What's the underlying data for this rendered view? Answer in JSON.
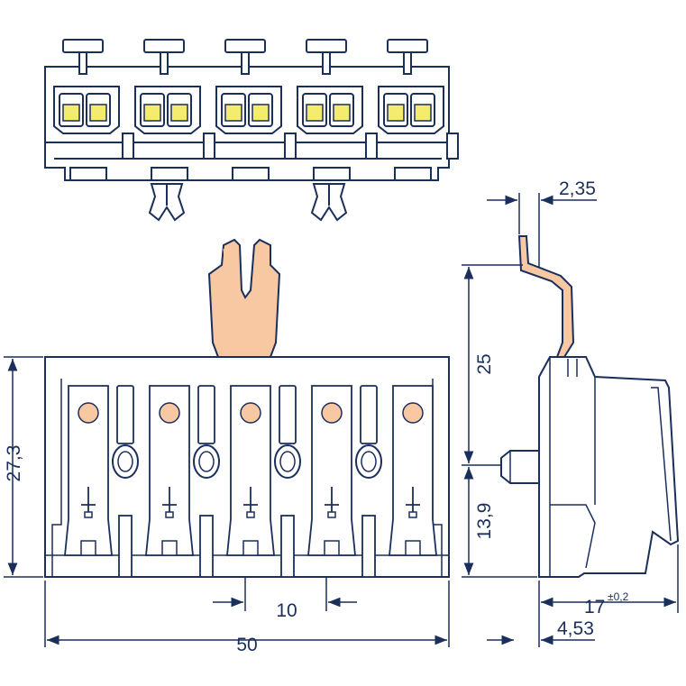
{
  "dimensions": {
    "width_total": "50",
    "pitch": "10",
    "height_front": "27,3",
    "pin_height": "25",
    "base_to_pin": "13,9",
    "pin_thickness": "2,35",
    "depth": "17",
    "depth_tolerance": "±0,2",
    "depth_offset": "4,53"
  },
  "colors": {
    "line": "#1a2f5c",
    "pin_fill": "#f7c8a2",
    "spring_fill": "#f4ec6e",
    "contact_dot": "#f7c8a2",
    "background": "#ffffff"
  },
  "poles": 5
}
